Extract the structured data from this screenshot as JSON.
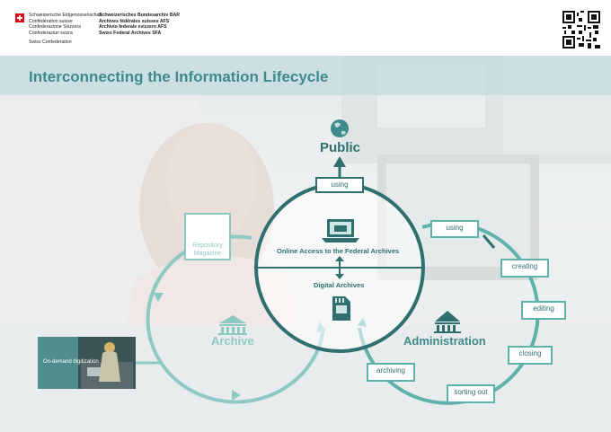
{
  "header": {
    "confederation_names": [
      "Schweizerische Eidgenossenschaft",
      "Confédération suisse",
      "Confederazione Svizzera",
      "Confederaziun svizra"
    ],
    "confederation_en": "Swiss Confederation",
    "archives_names": [
      "Schweizerisches Bundesarchiv BAR",
      "Archives fédérales suisses AFS",
      "Archivio federale svizzero AFS",
      "Swiss Federal Archives SFA"
    ]
  },
  "title": "Interconnecting the Information Lifecycle",
  "diagram": {
    "public_label": "Public",
    "using_top": "using",
    "using_right": "using",
    "online_access": "Online Access to the Federal Archives",
    "digital_archives": "Digital Archives",
    "repository": "Repository Magazine",
    "archive_label": "Archive",
    "administration_label": "Administration",
    "creating": "creating",
    "editing": "editing",
    "closing": "closing",
    "sorting_out": "sorting out",
    "archiving": "archiving",
    "on_demand": "On-demand digitization"
  },
  "colors": {
    "teal_dark": "#2f6f70",
    "teal": "#5fb1ac",
    "teal_light": "#8fc9c4",
    "title": "#3f8a8a"
  },
  "icons": [
    "swiss-flag-icon",
    "qr-code-icon",
    "globe-icon",
    "box-icon",
    "laptop-icon",
    "building-icon",
    "sd-card-icon"
  ]
}
